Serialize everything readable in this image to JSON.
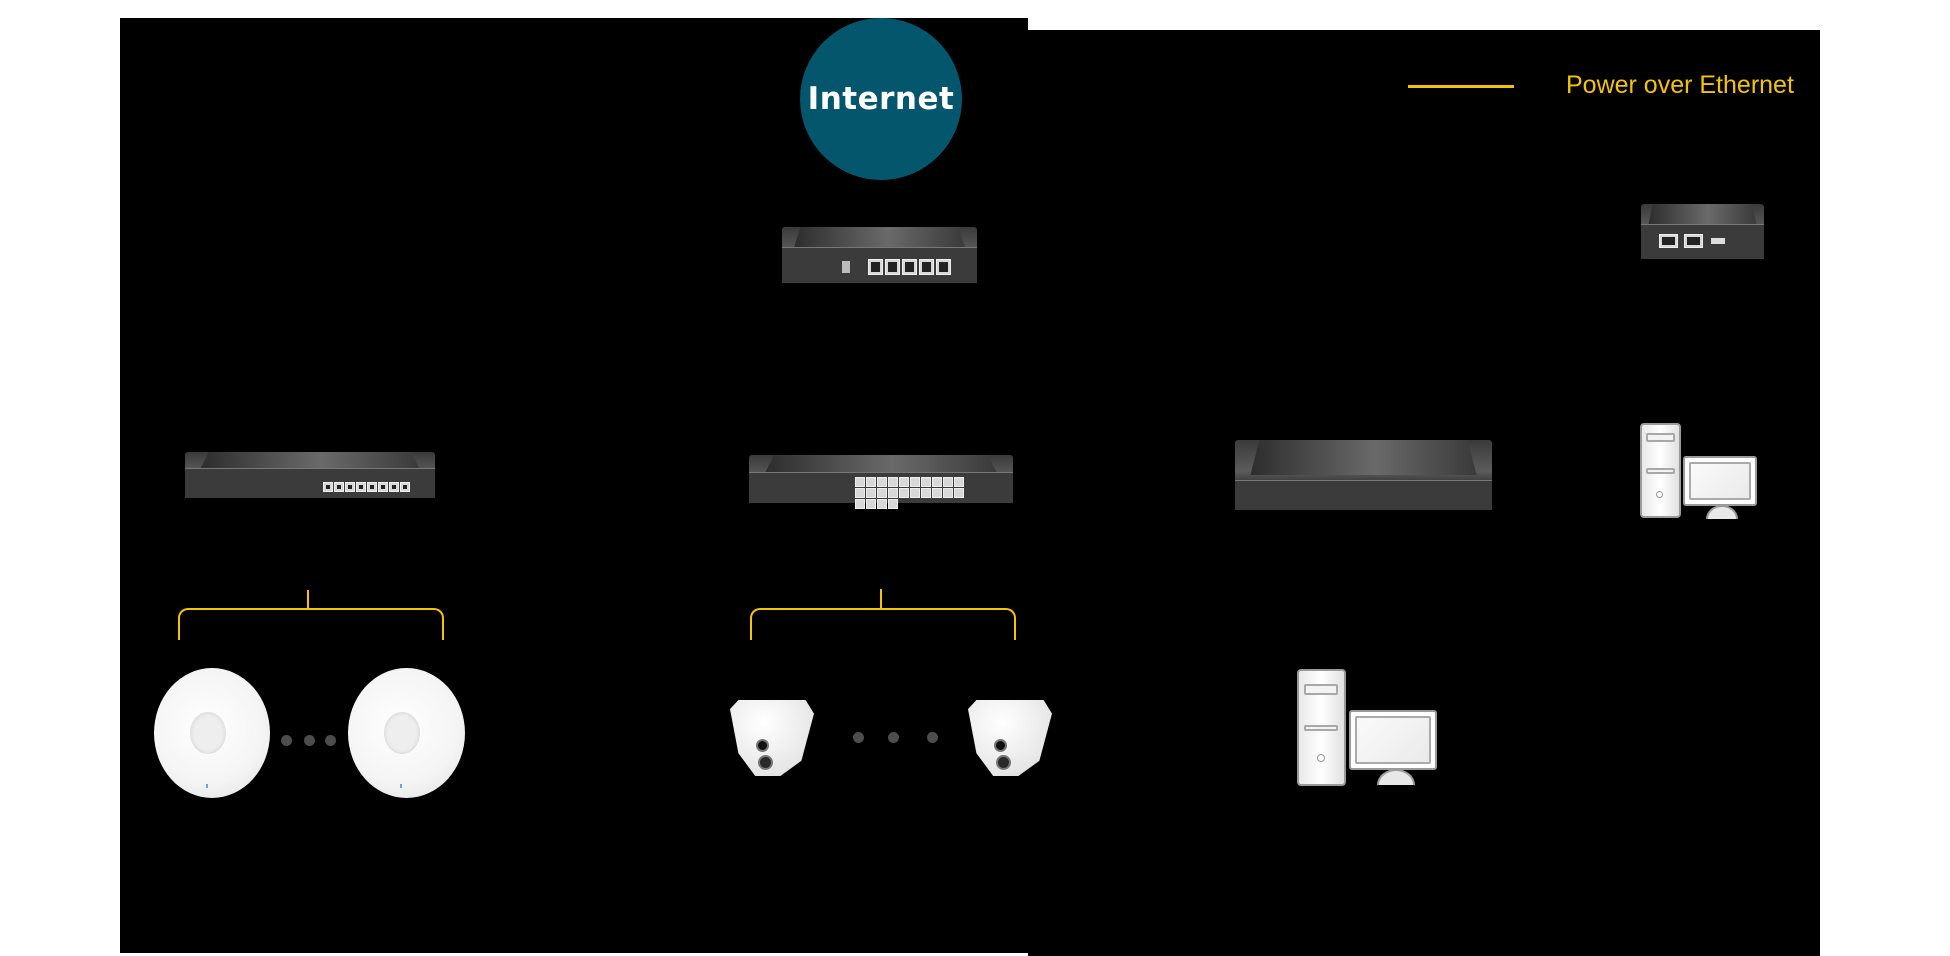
{
  "diagram": {
    "type": "network-topology",
    "colors": {
      "internet": "#03566B",
      "poe": "#F5C400",
      "background": "#000000",
      "dots": "#4D4D4D"
    },
    "internet": {
      "label": "Internet"
    },
    "legend": {
      "items": [
        {
          "line_color": "#F5C400",
          "label": "Power over Ethernet"
        }
      ]
    },
    "nodes": [
      {
        "id": "router",
        "kind": "gateway-router",
        "ports": 5
      },
      {
        "id": "controller",
        "kind": "hardware-controller"
      },
      {
        "id": "switch-left",
        "kind": "poe-switch",
        "ports": 8
      },
      {
        "id": "switch-middle",
        "kind": "poe-switch",
        "ports": 24
      },
      {
        "id": "switch-right",
        "kind": "switch"
      },
      {
        "id": "pc-right",
        "kind": "desktop-pc"
      },
      {
        "id": "pc-bottom",
        "kind": "desktop-pc"
      },
      {
        "id": "ap-group",
        "kind": "ceiling-access-points",
        "count_shown": 2,
        "ellipsis": "• • •"
      },
      {
        "id": "camera-group",
        "kind": "turret-cameras",
        "count_shown": 2,
        "ellipsis": "• • •"
      }
    ],
    "poe_links": [
      {
        "from": "switch-left",
        "to": "ap-group"
      },
      {
        "from": "switch-middle",
        "to": "camera-group"
      }
    ]
  }
}
